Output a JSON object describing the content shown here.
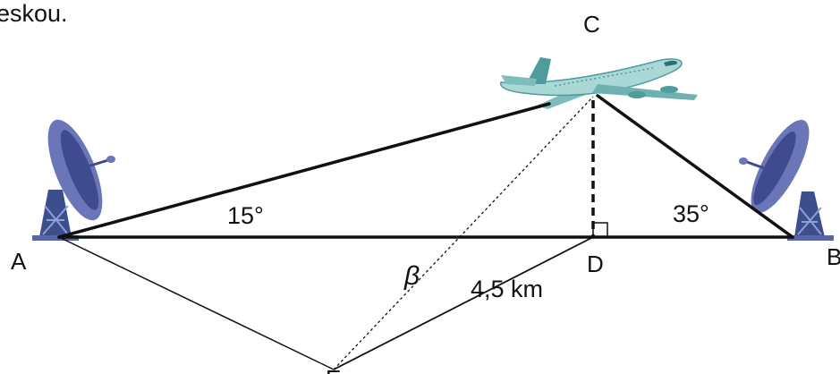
{
  "caption_fragment": "eskou.",
  "points": {
    "A": "A",
    "B": "B",
    "C": "C",
    "D": "D",
    "E": "E"
  },
  "angles": {
    "at_A": "15°",
    "at_B": "35°",
    "at_E": "β"
  },
  "lengths": {
    "ED": "4,5 km"
  },
  "colors": {
    "line": "#111111",
    "dish": "#6b76b8",
    "dish_dark": "#3f4a8f",
    "tower": "#3c4f8c",
    "plane_body": "#a9d8d6",
    "plane_dark": "#4e9c9c"
  },
  "icons": [
    "satellite-dish-left-icon",
    "satellite-dish-right-icon",
    "airplane-icon"
  ]
}
